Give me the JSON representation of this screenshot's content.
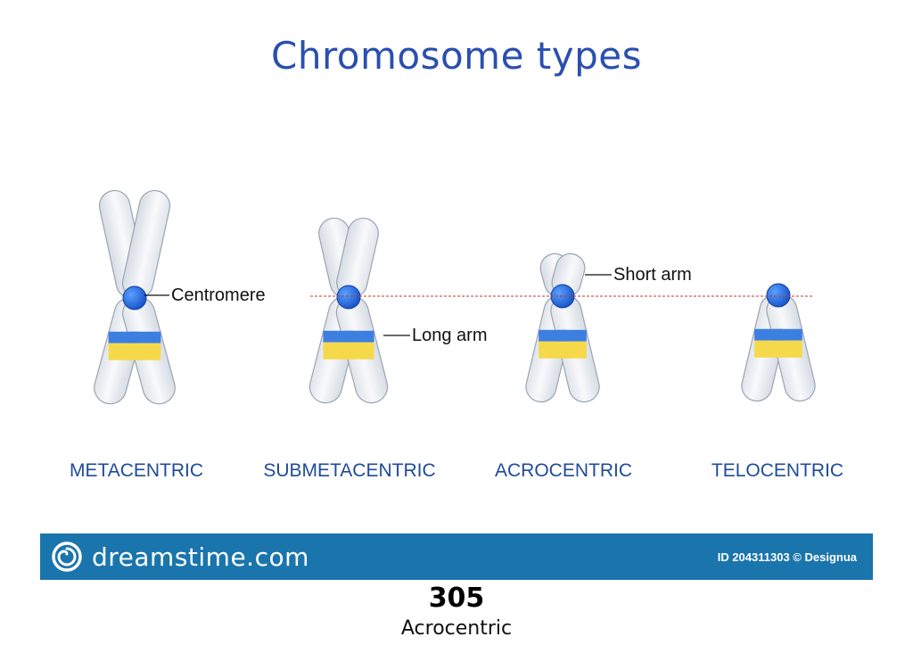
{
  "title": "Chromosome types",
  "types": [
    {
      "id": "metacentric",
      "label": "METACENTRIC"
    },
    {
      "id": "submetacentric",
      "label": "SUBMETACENTRIC"
    },
    {
      "id": "acrocentric",
      "label": "ACROCENTRIC"
    },
    {
      "id": "telocentric",
      "label": "TELOCENTRIC"
    }
  ],
  "callouts": {
    "centromere": "Centromere",
    "long_arm": "Long arm",
    "short_arm": "Short arm"
  },
  "footer": {
    "brand": "dreamstime.com",
    "credit": "ID 204311303 © Designua",
    "brand_color": "#1b75ad"
  },
  "page_number": "305",
  "caption": "Acrocentric",
  "colors": {
    "title": "#2a4fb0",
    "label": "#1f4b99",
    "centromere": "#1f6fe0",
    "band_blue": "#3d7fe0",
    "band_yellow": "#f5d94a",
    "chromatid": "#eef1f5",
    "reference_line": "#c0392b"
  }
}
